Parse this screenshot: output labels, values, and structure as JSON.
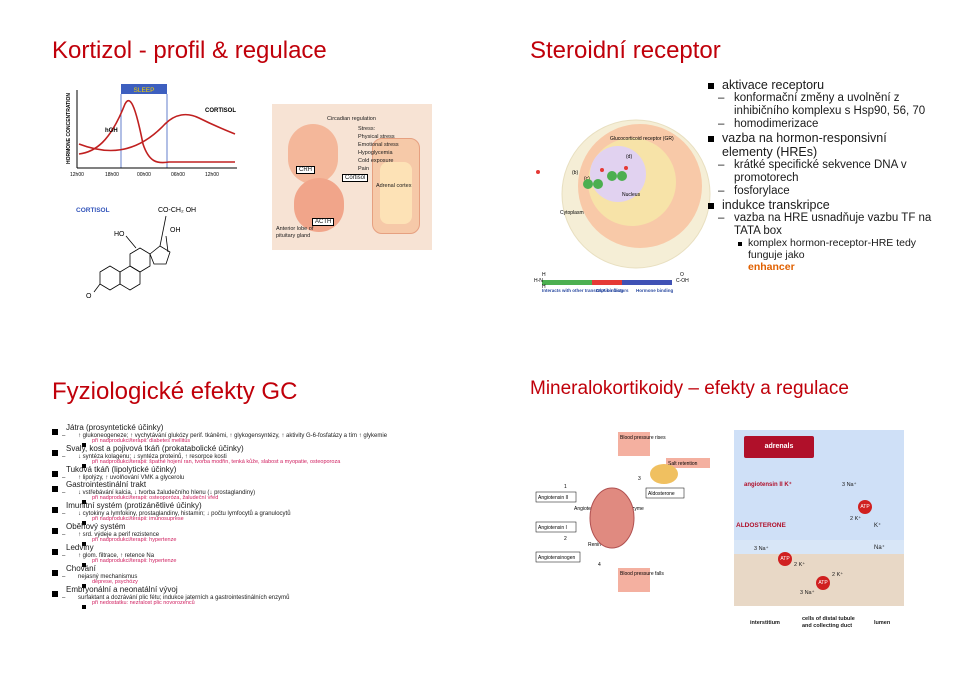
{
  "slide1": {
    "title": "Kortizol - profil & regulace",
    "graph": {
      "ylabel": "HORMONE CONCENTRATION",
      "sleep": "SLEEP",
      "hgh": "hGH",
      "cortisol": "CORTISOL",
      "times": [
        "12h00",
        "18h00",
        "00h00",
        "06h00",
        "12h00"
      ]
    },
    "molecule": {
      "name": "CORTISOL",
      "ho": "HO",
      "o": "O",
      "co_ch_oh": "CO-CH₂ OH",
      "oh": "OH"
    },
    "regulation": {
      "circadian": "Circadian regulation",
      "stress_title": "Stress:",
      "stress_items": [
        "Physical stress",
        "Emotional stress",
        "Hypoglycemia",
        "Cold exposure",
        "Pain"
      ],
      "crh": "CRH",
      "cortisol_box": "Cortisol",
      "adrenal": "Adrenal cortex",
      "acth": "ACTH",
      "pituitary": "Anterior lobe of pituitary gland"
    }
  },
  "slide2": {
    "title": "Steroidní receptor",
    "cell": {
      "gr": "Glucocorticoid receptor (GR)",
      "b": "(b)",
      "c": "(c)",
      "d": "(d)",
      "nucleus": "Nucleus",
      "cytoplasm": "Cytoplasm",
      "legend": [
        "Interacts with other transcription factors",
        "DNA binding",
        "Hormone binding"
      ],
      "h": "H",
      "hn": "H-N",
      "h2": "H",
      "o": "O",
      "coh": "C-OH"
    },
    "bullets": [
      {
        "text": "aktivace receptoru",
        "subs": [
          "konformační změny a uvolnění z inhibičního komplexu s Hsp90, 56, 70",
          "homodimerizace"
        ]
      },
      {
        "text": "vazba na hormon-responsivní elementy (HREs)",
        "subs": [
          "krátké specifické sekvence DNA v promotorech",
          "fosforylace"
        ]
      },
      {
        "text": "indukce transkripce",
        "subs": [
          "vazba na HRE usnadňuje vazbu TF na TATA box"
        ]
      }
    ],
    "l3": "komplex hormon-receptor-HRE tedy funguje jako",
    "enhancer": "enhancer"
  },
  "slide3": {
    "title": "Fyziologické efekty GC",
    "items": [
      {
        "h": "Játra (prosyntetické účinky)",
        "d": "glukoneogeneze; ↑ vychytávání glukózy perif. tkáněmi, ↑ glykogensyntézy, ↑ aktivity G-6-fosfatázy a tím ↑ glykemie",
        "p": "při nadprodukci/terapii: diabetes mellitus"
      },
      {
        "h": "Svaly, kost a pojivová tkáň (prokatabolické účinky)",
        "d": "↓ syntéza kolagenu; ↓ syntéza proteinů, ↑ resorpce kosti",
        "p": "při nadprodukci/terapii: špatné hojení ran, tvorba modřin, tenká kůže, slabost a myopatie, osteoporoza"
      },
      {
        "h": "Tuková tkáň (lipolytické účinky)",
        "d": "↑ lipolýzy, ↑ uvolňování VMK a glycerolu",
        "p": ""
      },
      {
        "h": "Gastrointestinální trakt",
        "d": "↓ vstřebávání kalcia, ↓ tvorba žaludečního hlenu (↓ prostaglandiny)",
        "p": "při nadprodukci/terapii: osteoporóza, žaludeční vřed"
      },
      {
        "h": "Imunitní systém (protizánětlivé účinky)",
        "d": "↓ cytokiny a lymfokiny, prostaglandiny, histamin; ↓ počtu lymfocytů a granulocytů",
        "p": "při nadprodukci/terapii: imunosuprese"
      },
      {
        "h": "Oběhový systém",
        "d": "↑ srd. výdeje a perif rezistence",
        "p": "při nadprodukci/terapii: hypertenze"
      },
      {
        "h": "Ledviny",
        "d": "↑ glom. filtrace, ↑ retence Na",
        "p": "při nadprodukci/terapii: hypertenze"
      },
      {
        "h": "Chování",
        "d": "nejasný mechanismus",
        "p": "deprese, psychózy"
      },
      {
        "h": "Embryonální a neonatální vývoj",
        "d": "surfaktant a dozrávání plic fétu; indukce jaterních a gastrointestinálních enzymů",
        "p": "při nedostatku: nezralost plic novorozenců"
      }
    ]
  },
  "slide4": {
    "title": "Mineralokortikoidy – efekty a regulace",
    "raas": {
      "bp_rises": "Blood pressure rises",
      "salt": "Salt retention",
      "aldosterone": "Aldosterone",
      "ang2": "Angiotensin II",
      "ang1": "Angiotensin I",
      "ace": "Angiotensin-converting enzyme",
      "renin": "Renin",
      "angiotensinogen": "Angiotensinogen",
      "bp_falls": "Blood pressure falls",
      "n1": "1",
      "n2": "2",
      "n3": "3",
      "n4": "4"
    },
    "tubule": {
      "adrenals": "adrenals",
      "ang2k": "angiotensin II K⁺",
      "aldo": "ALDOSTERONE",
      "na3a": "3 Na⁺",
      "k2a": "2 K⁺",
      "ka": "K⁺",
      "na3b": "3 Na⁺",
      "k2b": "2 K⁺",
      "na": "Na⁺",
      "k2c": "2 K⁺",
      "na3c": "3 Na⁺",
      "atp": "ATP",
      "interstitium": "interstitium",
      "cells": "cells of distal tubule and collecting duct",
      "lumen": "lumen"
    }
  }
}
